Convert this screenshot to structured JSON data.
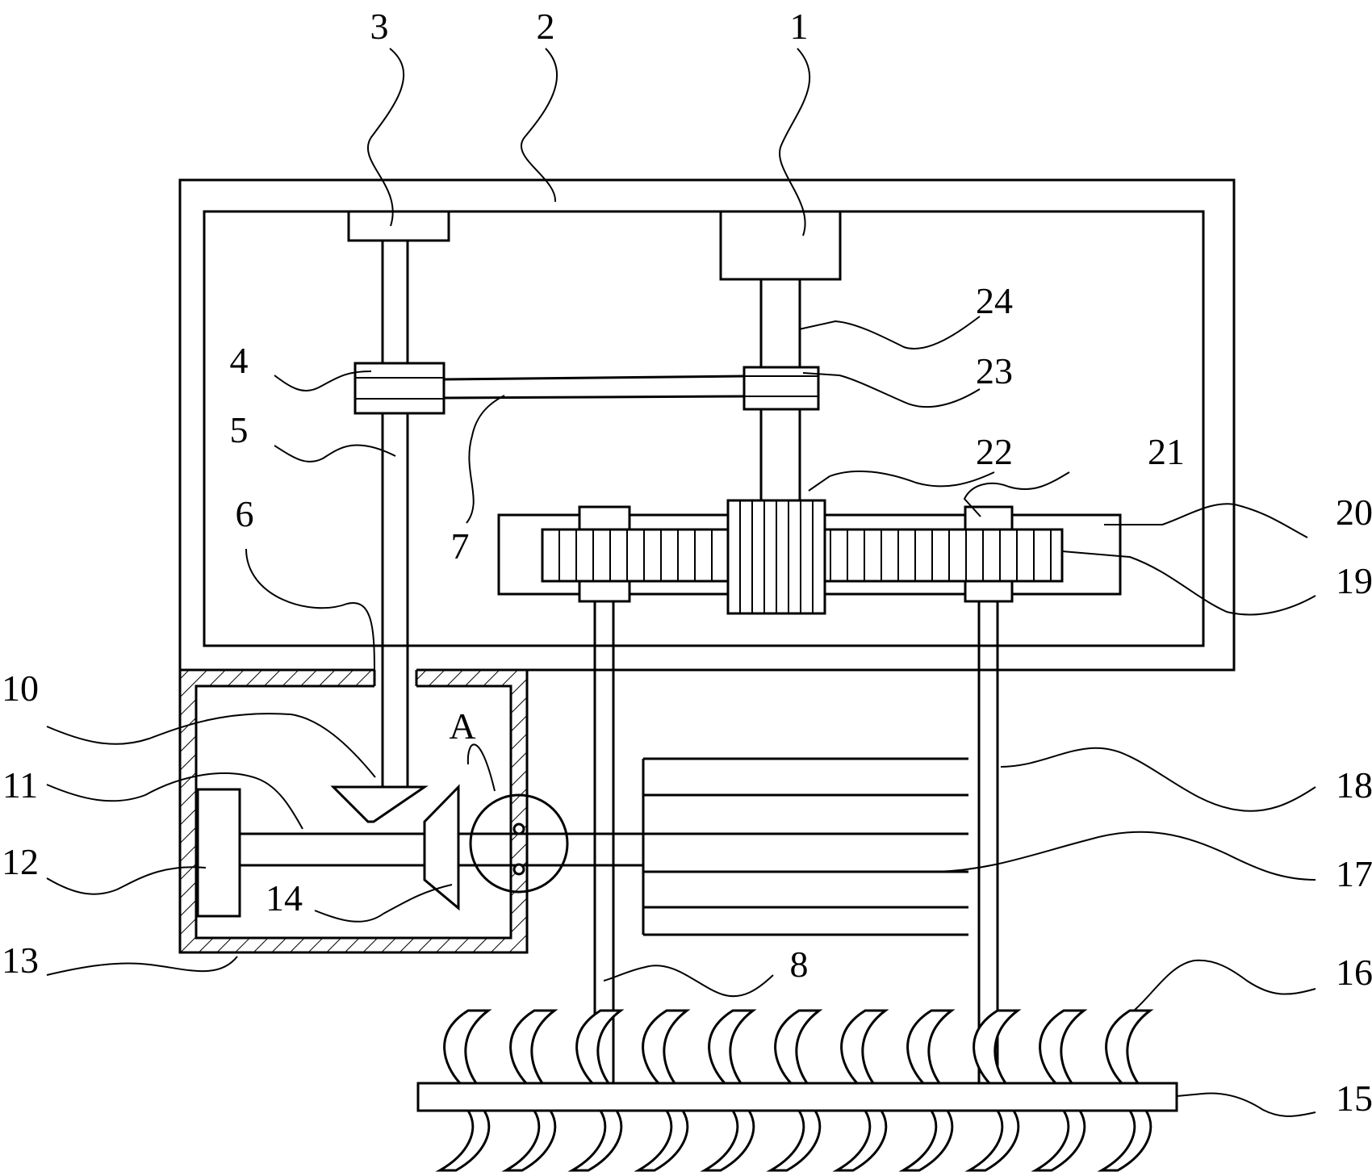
{
  "diagram": {
    "labels": [
      {
        "id": "1",
        "text": "1"
      },
      {
        "id": "2",
        "text": "2"
      },
      {
        "id": "3",
        "text": "3"
      },
      {
        "id": "4",
        "text": "4"
      },
      {
        "id": "5",
        "text": "5"
      },
      {
        "id": "6",
        "text": "6"
      },
      {
        "id": "7",
        "text": "7"
      },
      {
        "id": "8",
        "text": "8"
      },
      {
        "id": "10",
        "text": "10"
      },
      {
        "id": "11",
        "text": "11"
      },
      {
        "id": "12",
        "text": "12"
      },
      {
        "id": "13",
        "text": "13"
      },
      {
        "id": "14",
        "text": "14"
      },
      {
        "id": "15",
        "text": "15"
      },
      {
        "id": "16",
        "text": "16"
      },
      {
        "id": "17",
        "text": "17"
      },
      {
        "id": "18",
        "text": "18"
      },
      {
        "id": "19",
        "text": "19"
      },
      {
        "id": "20",
        "text": "20"
      },
      {
        "id": "21",
        "text": "21"
      },
      {
        "id": "22",
        "text": "22"
      },
      {
        "id": "23",
        "text": "23"
      },
      {
        "id": "24",
        "text": "24"
      },
      {
        "id": "A",
        "text": "A"
      }
    ]
  }
}
